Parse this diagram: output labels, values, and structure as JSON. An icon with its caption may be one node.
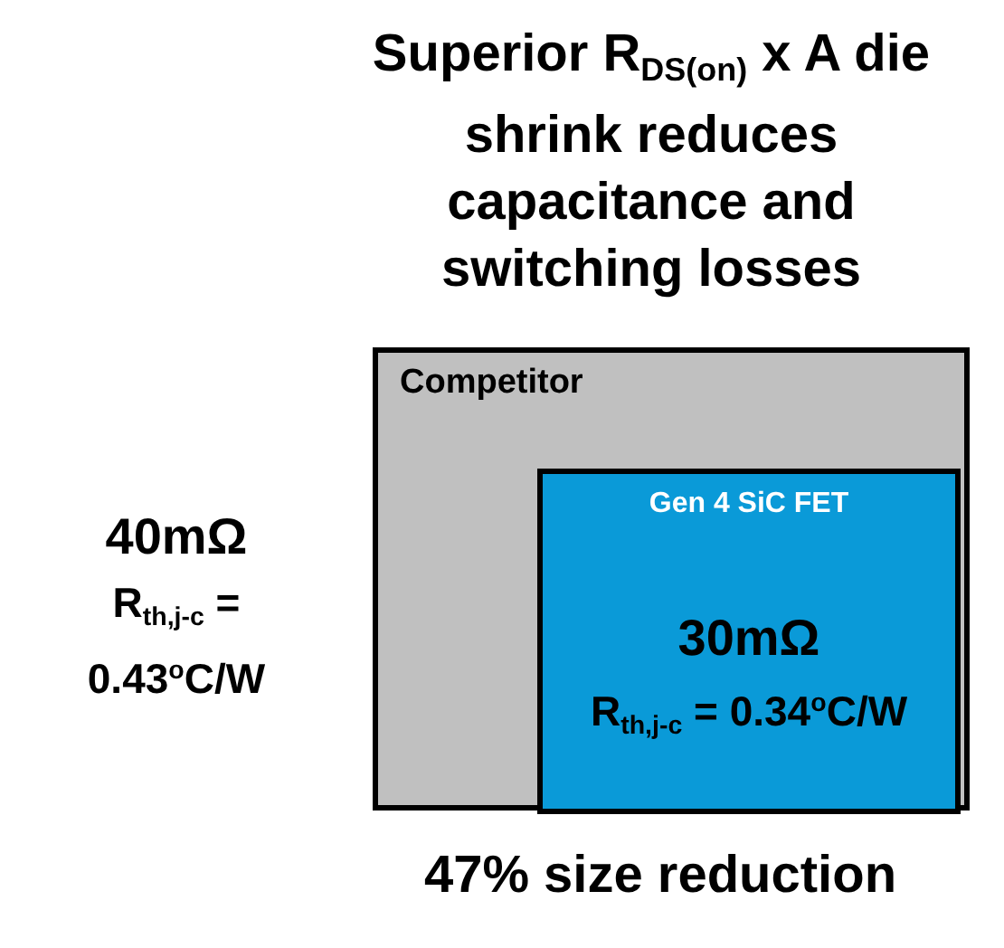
{
  "diagram": {
    "title": "Superior R$_{DS(on)}$ x A die shrink reduces capacitance and switching losses",
    "nodes": [
      {
        "text": [
          "Competitor"
        ],
        "beside": [
          "40mΩ",
          "R$_{th,j-c}$ = 0.43$^{o}$C/W"
        ]
      },
      {
        "text": [
          "Gen 4 SiC FET",
          "30mΩ",
          "R$_{th,j-c}$ = 0.34$^{o}$C/W"
        ],
        "in": 0
      }
    ],
    "caption": "47% size reduction"
  }
}
